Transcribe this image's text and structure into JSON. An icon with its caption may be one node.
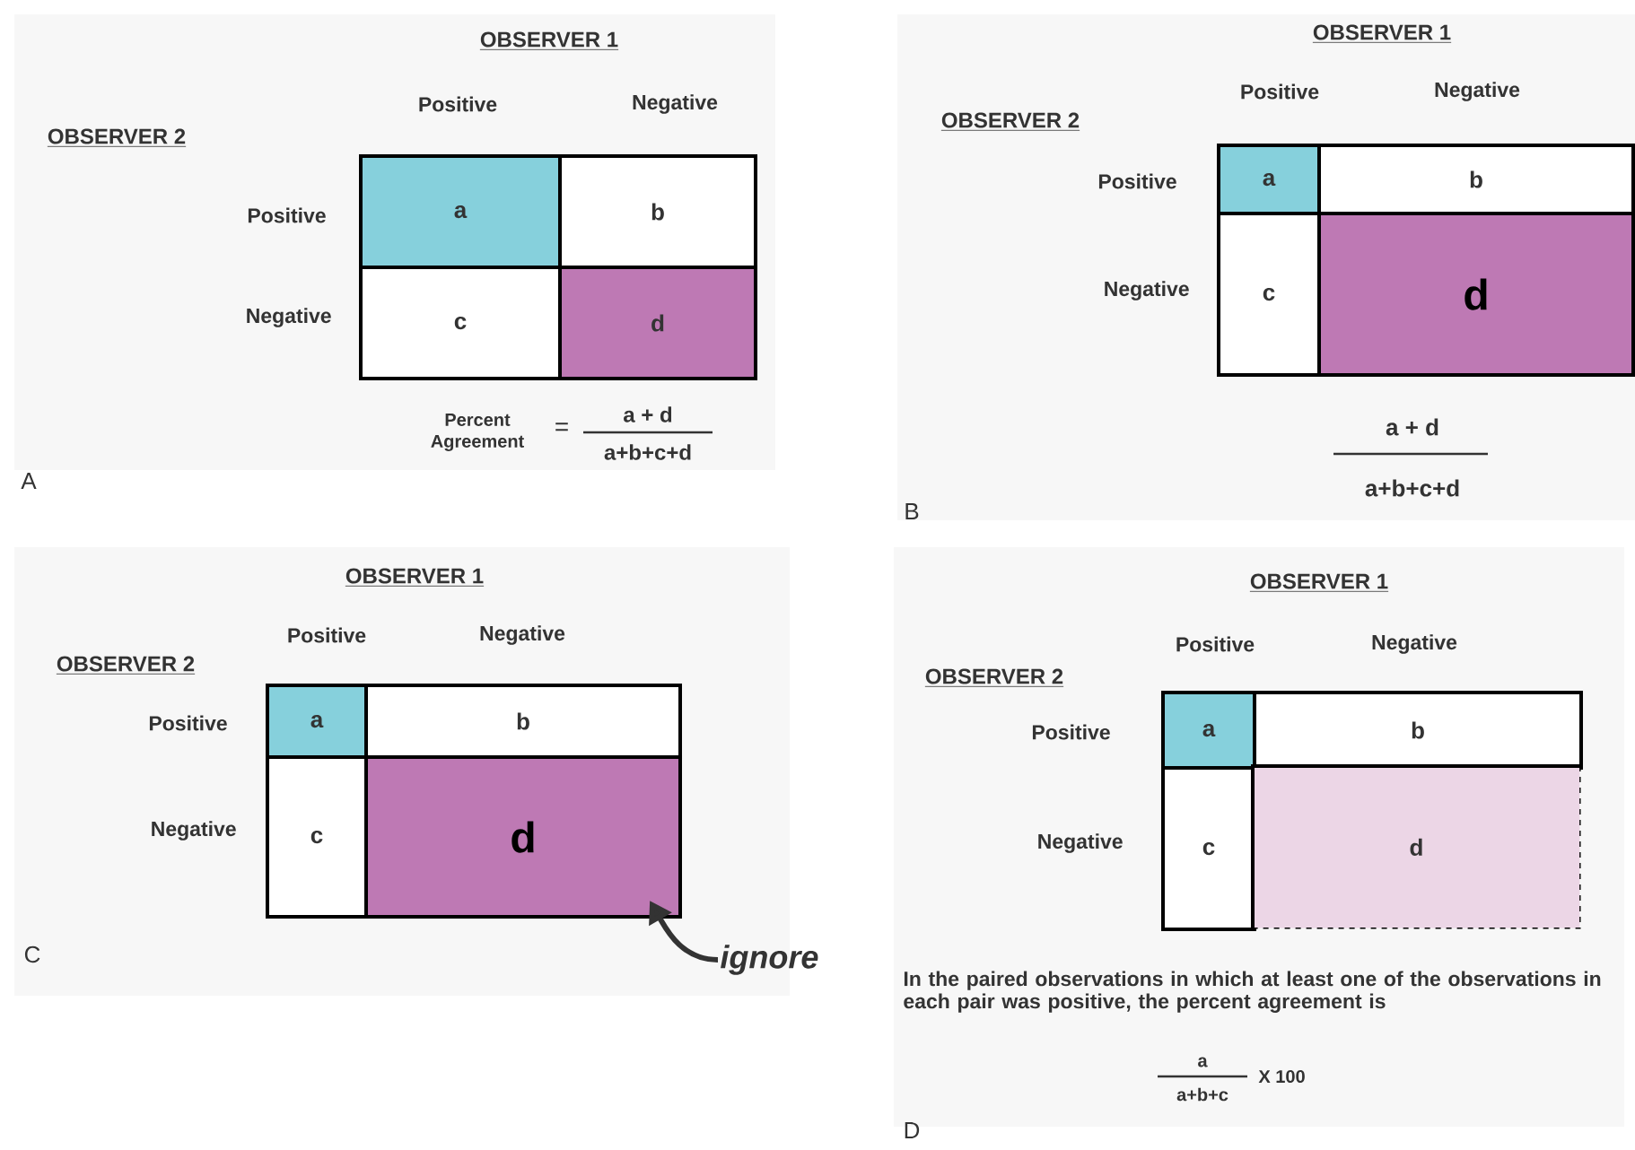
{
  "diagram": {
    "nodes": [
      {
        "text": [
          "a"
        ]
      },
      {
        "text": [
          "b"
        ]
      },
      {
        "text": [
          "c"
        ]
      },
      {
        "text": [
          "d"
        ]
      },
      {
        "text": [
          "a"
        ]
      },
      {
        "text": [
          "b"
        ]
      },
      {
        "text": [
          "c"
        ]
      },
      {
        "text": [
          "d"
        ]
      },
      {
        "text": [
          "a"
        ]
      },
      {
        "text": [
          "b"
        ]
      },
      {
        "text": [
          "c"
        ]
      },
      {
        "text": [
          "d"
        ]
      },
      {
        "text": [
          "a"
        ]
      },
      {
        "text": [
          "b"
        ]
      },
      {
        "text": [
          "c"
        ]
      },
      {
        "text": [
          "d"
        ]
      },
      {
        "text": [
          "ignore"
        ]
      }
    ],
    "edges": [
      {
        "from": 16,
        "to": 11,
        "arrow": "to"
      }
    ],
    "labels": [
      "OBSERVER 1",
      "Positive",
      "Negative",
      "OBSERVER 2",
      "Positive",
      "Negative",
      "Percent Agreement",
      "=",
      "a + d",
      "a+b+c+d",
      "A",
      "OBSERVER 1",
      "Positive",
      "Negative",
      "OBSERVER 2",
      "Positive",
      "Negative",
      "a + d",
      "a+b+c+d",
      "B",
      "OBSERVER 1",
      "Positive",
      "Negative",
      "OBSERVER 2",
      "Positive",
      "Negative",
      "C",
      "OBSERVER 1",
      "Positive",
      "Negative",
      "OBSERVER 2",
      "Positive",
      "Negative",
      "In the paired observations in which at least one of the observations in each pair was positive, the percent agreement is",
      "a",
      "a+b+c",
      "X 100",
      "D"
    ]
  }
}
